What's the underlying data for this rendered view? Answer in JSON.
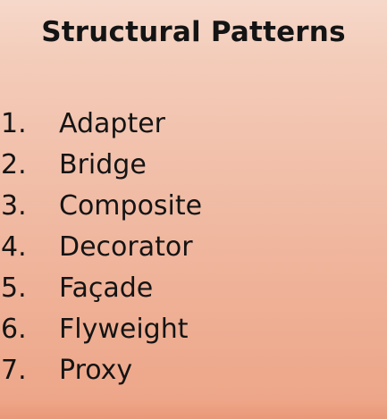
{
  "slide": {
    "title": "Structural Patterns",
    "items": [
      {
        "number": "1.",
        "label": "Adapter"
      },
      {
        "number": "2.",
        "label": "Bridge"
      },
      {
        "number": "3.",
        "label": "Composite"
      },
      {
        "number": "4.",
        "label": "Decorator"
      },
      {
        "number": "5.",
        "label": "Façade"
      },
      {
        "number": "6.",
        "label": "Flyweight"
      },
      {
        "number": "7.",
        "label": "Proxy"
      }
    ]
  },
  "colors": {
    "background_top": "#f5d3c3",
    "background_bottom": "#eda486",
    "text": "#141414"
  }
}
